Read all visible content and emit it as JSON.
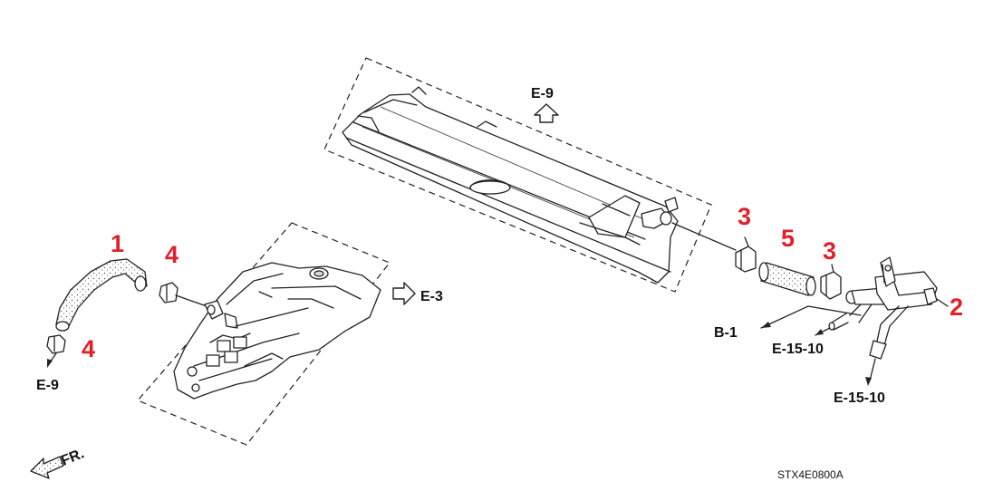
{
  "diagram": {
    "callouts": {
      "c1": "1",
      "c2": "2",
      "c3a": "3",
      "c3b": "3",
      "c4a": "4",
      "c4b": "4",
      "c5": "5"
    },
    "refs": {
      "e9_top": "E-9",
      "e9_left": "E-9",
      "e3": "E-3",
      "b1": "B-1",
      "e15_10_a": "E-15-10",
      "e15_10_b": "E-15-10"
    },
    "direction_label": "FR.",
    "drawing_code": "STX4E0800A"
  },
  "colors": {
    "callout": "#e0202a",
    "line": "#222222"
  }
}
